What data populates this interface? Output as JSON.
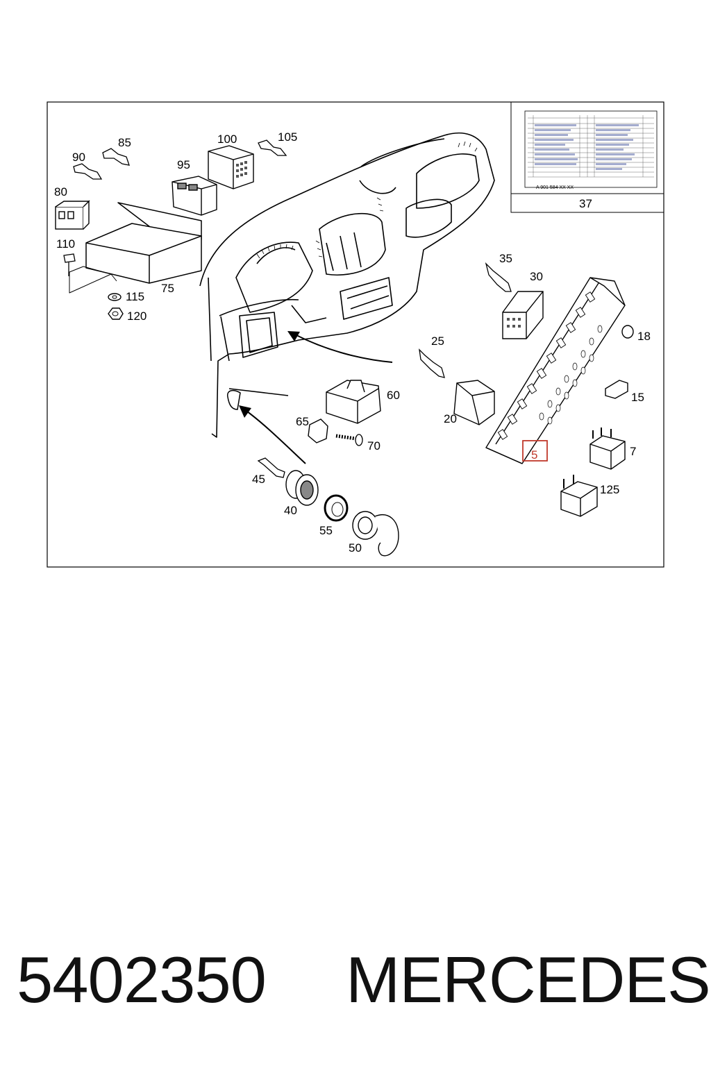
{
  "callouts": [
    {
      "id": "c5",
      "label": "5",
      "highlighted": true
    },
    {
      "id": "c7",
      "label": "7"
    },
    {
      "id": "c15",
      "label": "15"
    },
    {
      "id": "c18",
      "label": "18"
    },
    {
      "id": "c20",
      "label": "20"
    },
    {
      "id": "c25",
      "label": "25"
    },
    {
      "id": "c30",
      "label": "30"
    },
    {
      "id": "c35",
      "label": "35"
    },
    {
      "id": "c37",
      "label": "37"
    },
    {
      "id": "c40",
      "label": "40"
    },
    {
      "id": "c45",
      "label": "45"
    },
    {
      "id": "c50",
      "label": "50"
    },
    {
      "id": "c55",
      "label": "55"
    },
    {
      "id": "c60",
      "label": "60"
    },
    {
      "id": "c65",
      "label": "65"
    },
    {
      "id": "c70",
      "label": "70"
    },
    {
      "id": "c75",
      "label": "75"
    },
    {
      "id": "c80",
      "label": "80"
    },
    {
      "id": "c85",
      "label": "85"
    },
    {
      "id": "c90",
      "label": "90"
    },
    {
      "id": "c95",
      "label": "95"
    },
    {
      "id": "c100",
      "label": "100"
    },
    {
      "id": "c105",
      "label": "105"
    },
    {
      "id": "c110",
      "label": "110"
    },
    {
      "id": "c115",
      "label": "115"
    },
    {
      "id": "c120",
      "label": "120"
    },
    {
      "id": "c125",
      "label": "125"
    }
  ],
  "inset_label": {
    "part_ref": "A 901 584 XX XX"
  },
  "footer": {
    "part_number": "5402350",
    "brand": "MERCEDES"
  },
  "colors": {
    "highlight": "#c0392b",
    "line": "#000000"
  }
}
